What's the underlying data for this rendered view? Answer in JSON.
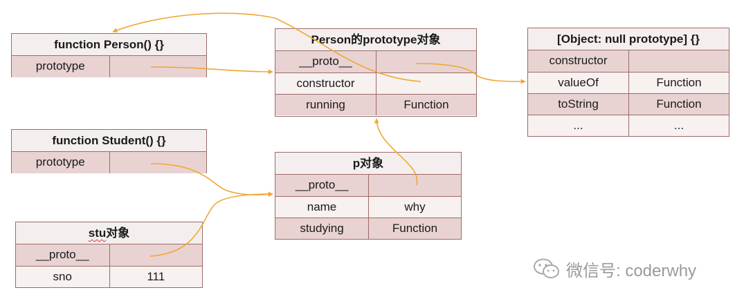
{
  "person_fn": {
    "title": "function Person() {}",
    "rows": [
      [
        "prototype",
        ""
      ]
    ]
  },
  "person_proto": {
    "title": "Person的prototype对象",
    "rows": [
      [
        "__proto__",
        ""
      ],
      [
        "constructor",
        ""
      ],
      [
        "running",
        "Function"
      ]
    ]
  },
  "null_proto": {
    "title": "[Object: null prototype] {}",
    "rows": [
      [
        "constructor",
        ""
      ],
      [
        "valueOf",
        "Function"
      ],
      [
        "toString",
        "Function"
      ],
      [
        "...",
        "..."
      ]
    ]
  },
  "student_fn": {
    "title": "function Student() {}",
    "rows": [
      [
        "prototype",
        ""
      ]
    ]
  },
  "p_obj": {
    "title": "p对象",
    "rows": [
      [
        "__proto__",
        ""
      ],
      [
        "name",
        "why"
      ],
      [
        "studying",
        "Function"
      ]
    ]
  },
  "stu_obj": {
    "title_prefix": "stu",
    "title_suffix": "对象",
    "rows": [
      [
        "__proto__",
        ""
      ],
      [
        "sno",
        "111"
      ]
    ]
  },
  "watermark": {
    "text": "微信号: coderwhy",
    "icon": "wechat-icon"
  },
  "colors": {
    "arrow": "#f0a733",
    "border": "#9b6a68",
    "row_shade": "#e8d3d2",
    "header": "#f4efee"
  }
}
